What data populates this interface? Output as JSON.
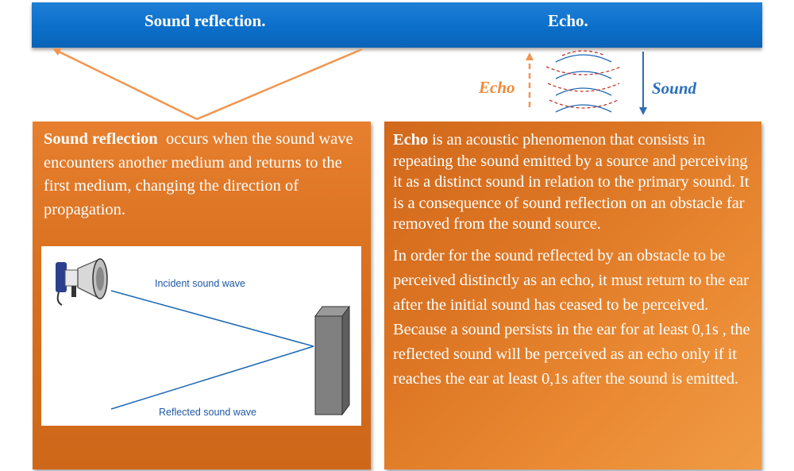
{
  "banner": {
    "left_title": "Sound reflection.",
    "right_title": "Echo."
  },
  "left_box": {
    "term": "Sound reflection",
    "text": "occurs when the sound wave encounters another medium and returns to the first medium, changing the direction of propagation."
  },
  "figure": {
    "incident_label": "Incident sound wave",
    "reflected_label": "Reflected sound wave",
    "source_icon": "megaphone-icon",
    "obstacle_icon": "wall-block-icon"
  },
  "echo_diagram": {
    "echo_label": "Echo",
    "sound_label": "Sound"
  },
  "right_box": {
    "term": "Echo",
    "text1": "is an acoustic phenomenon that consists in repeating the sound emitted by a source and perceiving it as a distinct sound in relation to the primary sound. It is a consequence of sound reflection on an obstacle far removed from the sound source.",
    "text2": "In order for the sound reflected by an obstacle to be perceived distinctly as an echo, it must return to the ear after the initial sound has ceased to be perceived. Because a sound persists in the ear for at least 0,1s , the reflected sound will be perceived as an echo only if it reaches the ear at least 0,1s after the sound is emitted."
  },
  "colors": {
    "banner": "#0b6fca",
    "box_orange": "#d8701f",
    "arrow_orange": "#f2954f",
    "wave_blue": "#1d67b5",
    "echo_red": "#c0392b"
  }
}
